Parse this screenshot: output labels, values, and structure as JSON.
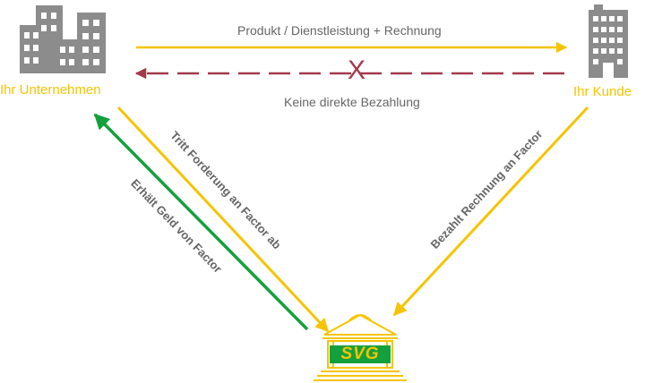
{
  "nodes": {
    "company": {
      "label": "Ihr Unternehmen",
      "icon": "office-buildings-icon"
    },
    "customer": {
      "label": "Ihr Kunde",
      "icon": "office-tower-icon"
    },
    "factor": {
      "label": "SVG",
      "icon": "bank-building-icon"
    }
  },
  "edges": {
    "delivery": {
      "label": "Produkt / Dienstleistung + Rechnung"
    },
    "no_payment": {
      "label": "Keine direkte Bezahlung",
      "marker": "X"
    },
    "assign": {
      "label": "Tritt Forderung an Factor ab"
    },
    "receive": {
      "label": "Erhält Geld von Factor"
    },
    "pay": {
      "label": "Bezahlt Rechnung an Factor"
    }
  },
  "colors": {
    "yellow": "#f5c400",
    "gray": "#8c8c8c",
    "green": "#14a03c",
    "red": "#a33a4c",
    "text": "#666666"
  }
}
